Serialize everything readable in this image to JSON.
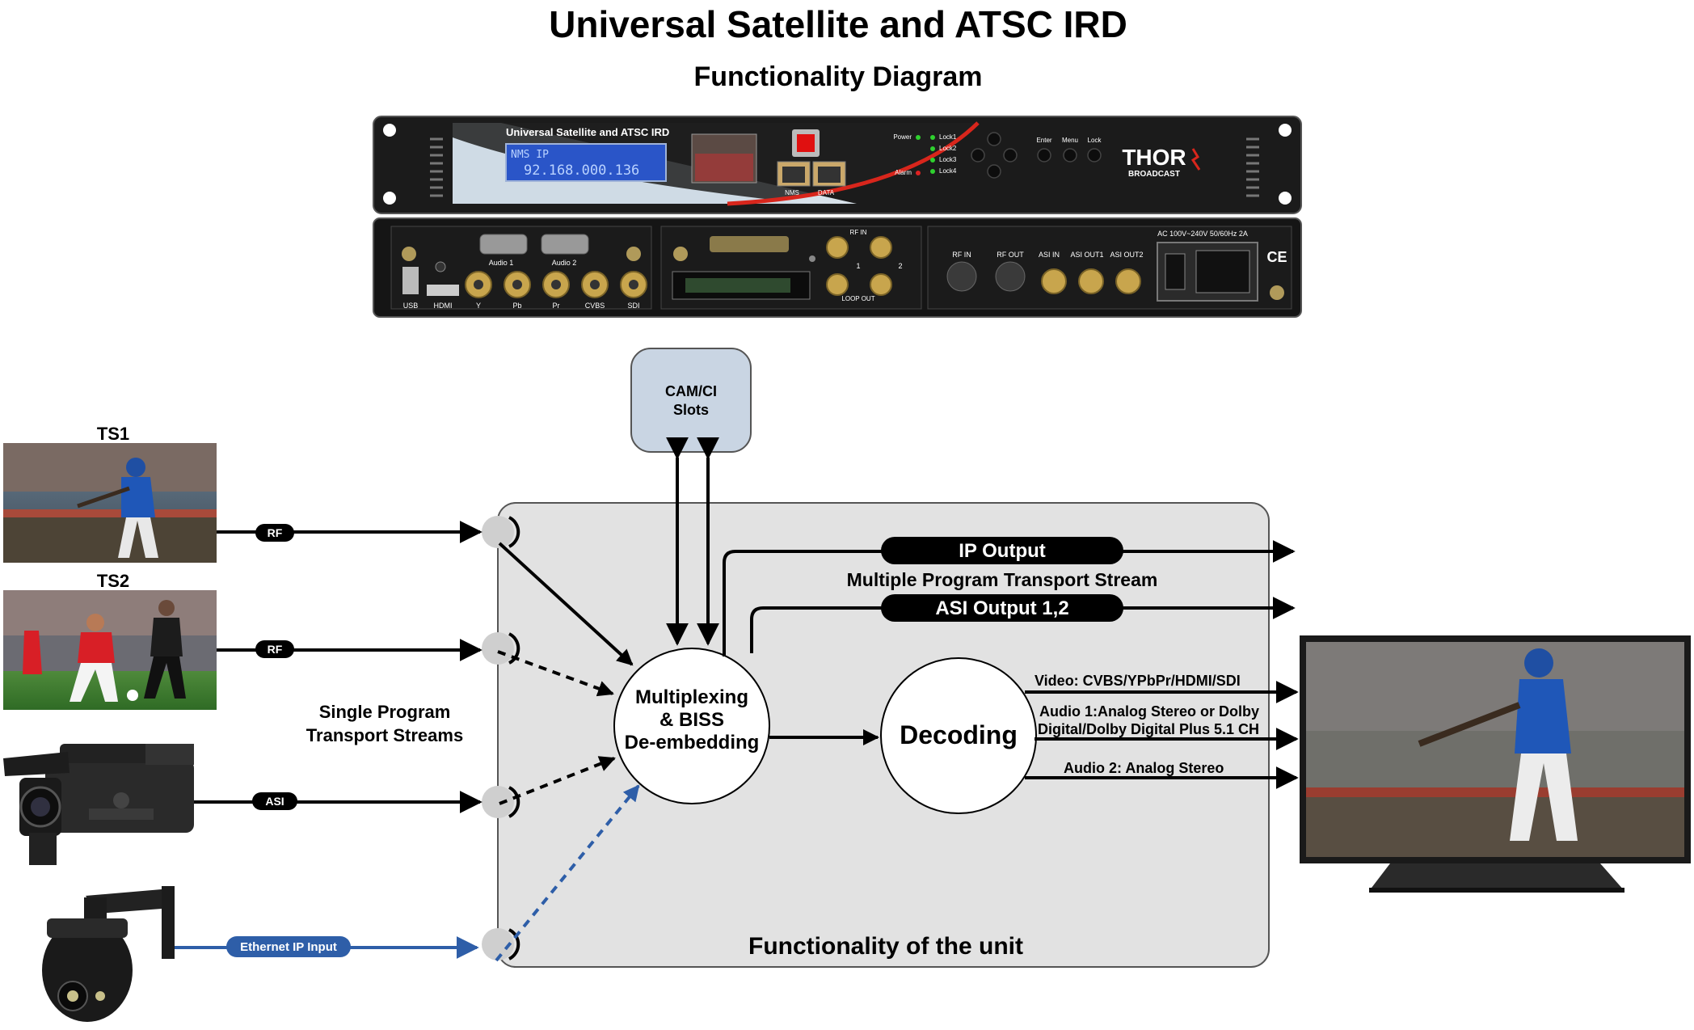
{
  "header": {
    "title": "Universal Satellite and ATSC IRD",
    "subtitle": "Functionality Diagram"
  },
  "device": {
    "brand": "THOR",
    "brand_sub": "BROADCAST",
    "front": {
      "model_label": "Universal Satellite and ATSC IRD",
      "lcd_line1": "NMS IP",
      "lcd_line2": "92.168.000.136",
      "port_nms": "NMS",
      "port_data": "DATA",
      "led_power": "Power",
      "led_alarm": "Alarm",
      "led_lock1": "Lock1",
      "led_lock2": "Lock2",
      "led_lock3": "Lock3",
      "led_lock4": "Lock4",
      "btn_enter": "Enter",
      "btn_menu": "Menu",
      "btn_lock": "Lock"
    },
    "rear": {
      "audio1": "Audio 1",
      "audio2": "Audio 2",
      "usb": "USB",
      "hdmi": "HDMI",
      "y": "Y",
      "pb": "Pb",
      "pr": "Pr",
      "cvbs": "CVBS",
      "sdi": "SDI",
      "rf_in_top": "RF IN",
      "loop_out": "LOOP OUT",
      "rf_in": "RF IN",
      "rf_out": "RF OUT",
      "asi_in": "ASI IN",
      "asi_out1": "ASI OUT1",
      "asi_out2": "ASI OUT2",
      "power_spec": "AC 100V~240V 50/60Hz 2A",
      "ce": "CE",
      "num1": "1",
      "num2": "2"
    }
  },
  "inputs": {
    "ts1_label": "TS1",
    "ts2_label": "TS2",
    "rf1_tag": "RF",
    "rf2_tag": "RF",
    "asi_tag": "ASI",
    "eth_tag": "Ethernet IP Input",
    "spts_line1": "Single Program",
    "spts_line2": "Transport Streams"
  },
  "unit": {
    "cam_line1": "CAM/CI",
    "cam_line2": "Slots",
    "mux_line1": "Multiplexing",
    "mux_line2": "& BISS",
    "mux_line3": "De-embedding",
    "decoding": "Decoding",
    "caption": "Functionality of the unit"
  },
  "outputs": {
    "ip_output": "IP Output",
    "mpts": "Multiple Program Transport Stream",
    "asi_output": "ASI Output 1,2",
    "video": "Video: CVBS/YPbPr/HDMI/SDI",
    "audio1_line1": "Audio 1:Analog Stereo or Dolby",
    "audio1_line2": "Digital/Dolby Digital Plus 5.1 CH",
    "audio2": "Audio 2: Analog Stereo"
  },
  "colors": {
    "unit_fill": "#e2e2e2",
    "cam_fill": "#c9d5e3",
    "ethernet_blue": "#2e5ea8",
    "pill_black": "#000000",
    "chassis": "#1c1c1c",
    "accent_red": "#d8261c"
  },
  "icons": [
    "baseball-photo",
    "soccer-photo",
    "camcorder-icon",
    "ptz-camera-icon",
    "television-icon",
    "rack-device-front",
    "rack-device-rear"
  ]
}
